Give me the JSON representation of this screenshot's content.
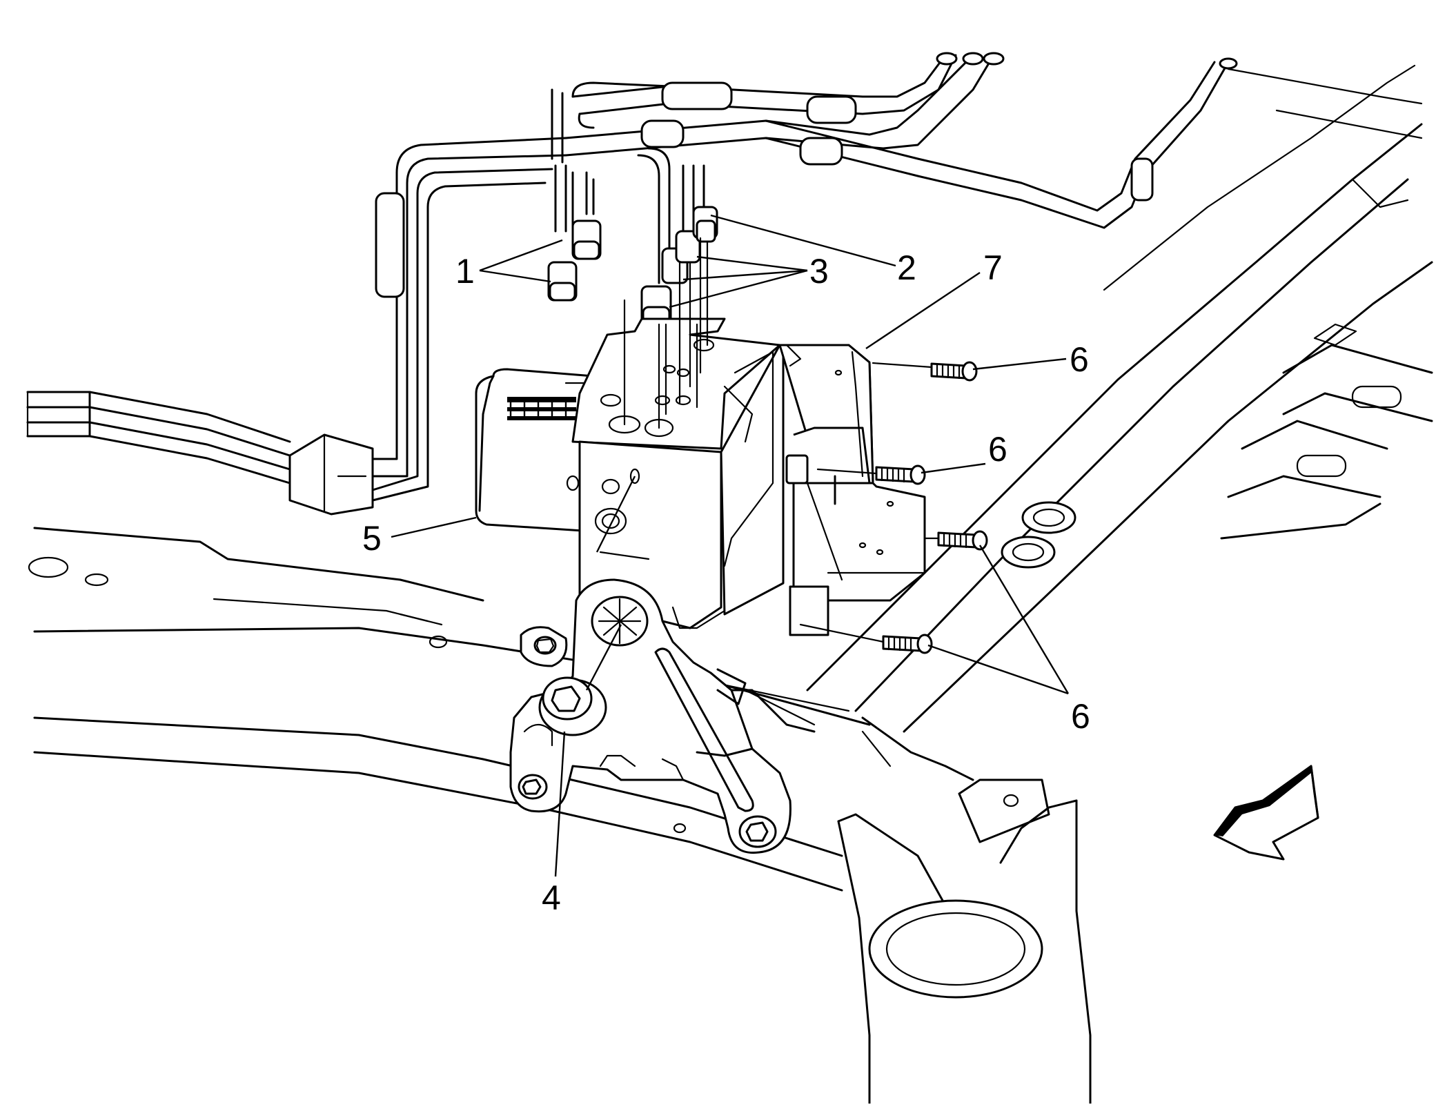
{
  "callouts": {
    "c1": "1",
    "c2": "2",
    "c3": "3",
    "c4": "4",
    "c5": "5",
    "c6a": "6",
    "c6b": "6",
    "c6c": "6",
    "c7": "7"
  },
  "colors": {
    "line": "#000000",
    "background": "#ffffff"
  },
  "icons": {
    "view_direction": "arrow-down-left-icon"
  }
}
